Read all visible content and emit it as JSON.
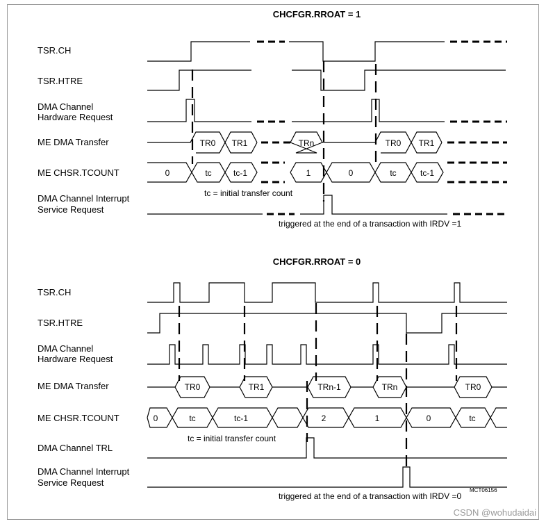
{
  "top": {
    "title": "CHCFGR.RROAT = 1",
    "signals": [
      "TSR.CH",
      "TSR.HTRE",
      "DMA Channel",
      "Hardware Request",
      "ME DMA Transfer",
      "ME CHSR.TCOUNT",
      "DMA Channel Interrupt",
      "Service Request"
    ],
    "transfers": [
      "TR0",
      "TR1",
      "TRn",
      "TR0",
      "TR1"
    ],
    "tcount": [
      "0",
      "tc",
      "tc-1",
      "1",
      "0",
      "tc",
      "tc-1"
    ],
    "tc_note": "tc = initial transfer count",
    "trigger_note": "triggered at the end  of a transaction with IRDV =1"
  },
  "bottom": {
    "title": "CHCFGR.RROAT = 0",
    "signals": [
      "TSR.CH",
      "TSR.HTRE",
      "DMA Channel",
      "Hardware Request",
      "ME DMA Transfer",
      "ME CHSR.TCOUNT",
      "DMA Channel TRL",
      "DMA Channel Interrupt",
      "Service Request"
    ],
    "transfers": [
      "TR0",
      "TR1",
      "TRn-1",
      "TRn",
      "TR0"
    ],
    "tcount": [
      "0",
      "tc",
      "tc-1",
      "2",
      "1",
      "0",
      "tc"
    ],
    "tc_note": "tc = initial transfer count",
    "trigger_note": "triggered at the end  of a transaction with IRDV =0"
  },
  "figure_id": "MCT06156",
  "watermark": "CSDN @wohudaidai"
}
